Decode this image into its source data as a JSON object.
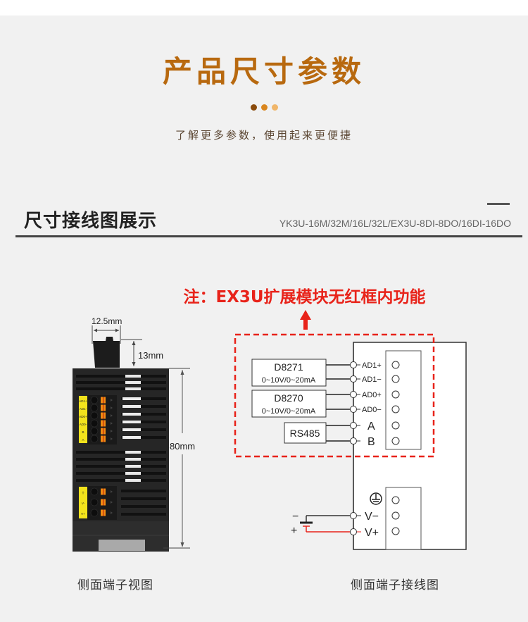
{
  "hero": {
    "title": "产品尺寸参数",
    "subtitle": "了解更多参数，使用起来更便捷",
    "dot_colors": [
      "#8a4b0c",
      "#d9861e",
      "#f0b66a"
    ]
  },
  "section": {
    "title": "尺寸接线图展示",
    "models": "YK3U-16M/32M/16L/32L/EX3U-8DI-8DO/16DI-16DO"
  },
  "note": {
    "text": "注：EX3U扩展模块无红框内功能",
    "color": "#e8231a"
  },
  "side_view": {
    "caption": "侧面端子视图",
    "dimensions": {
      "connector_width": "12.5mm",
      "connector_height": "13mm",
      "body_height": "80mm"
    },
    "upper_terminal_labels": [
      "AD1+",
      "AD1-",
      "AD0+",
      "AD0-",
      "B",
      "A"
    ],
    "lower_terminal_labels": [
      "⏚",
      "V-",
      "V+"
    ]
  },
  "wiring": {
    "caption": "侧面端子接线图",
    "devices": [
      {
        "name": "D8271",
        "range": "0~10V/0~20mA"
      },
      {
        "name": "D8270",
        "range": "0~10V/0~20mA"
      },
      {
        "name": "RS485",
        "range": ""
      }
    ],
    "terminals": [
      "AD1+",
      "AD1−",
      "AD0+",
      "AD0−",
      "A",
      "B"
    ],
    "power_terminals": [
      "V−",
      "V+"
    ],
    "ground_symbol": "ground-icon",
    "battery_minus": "−",
    "battery_plus": "+",
    "highlight_color": "#e8231a"
  }
}
